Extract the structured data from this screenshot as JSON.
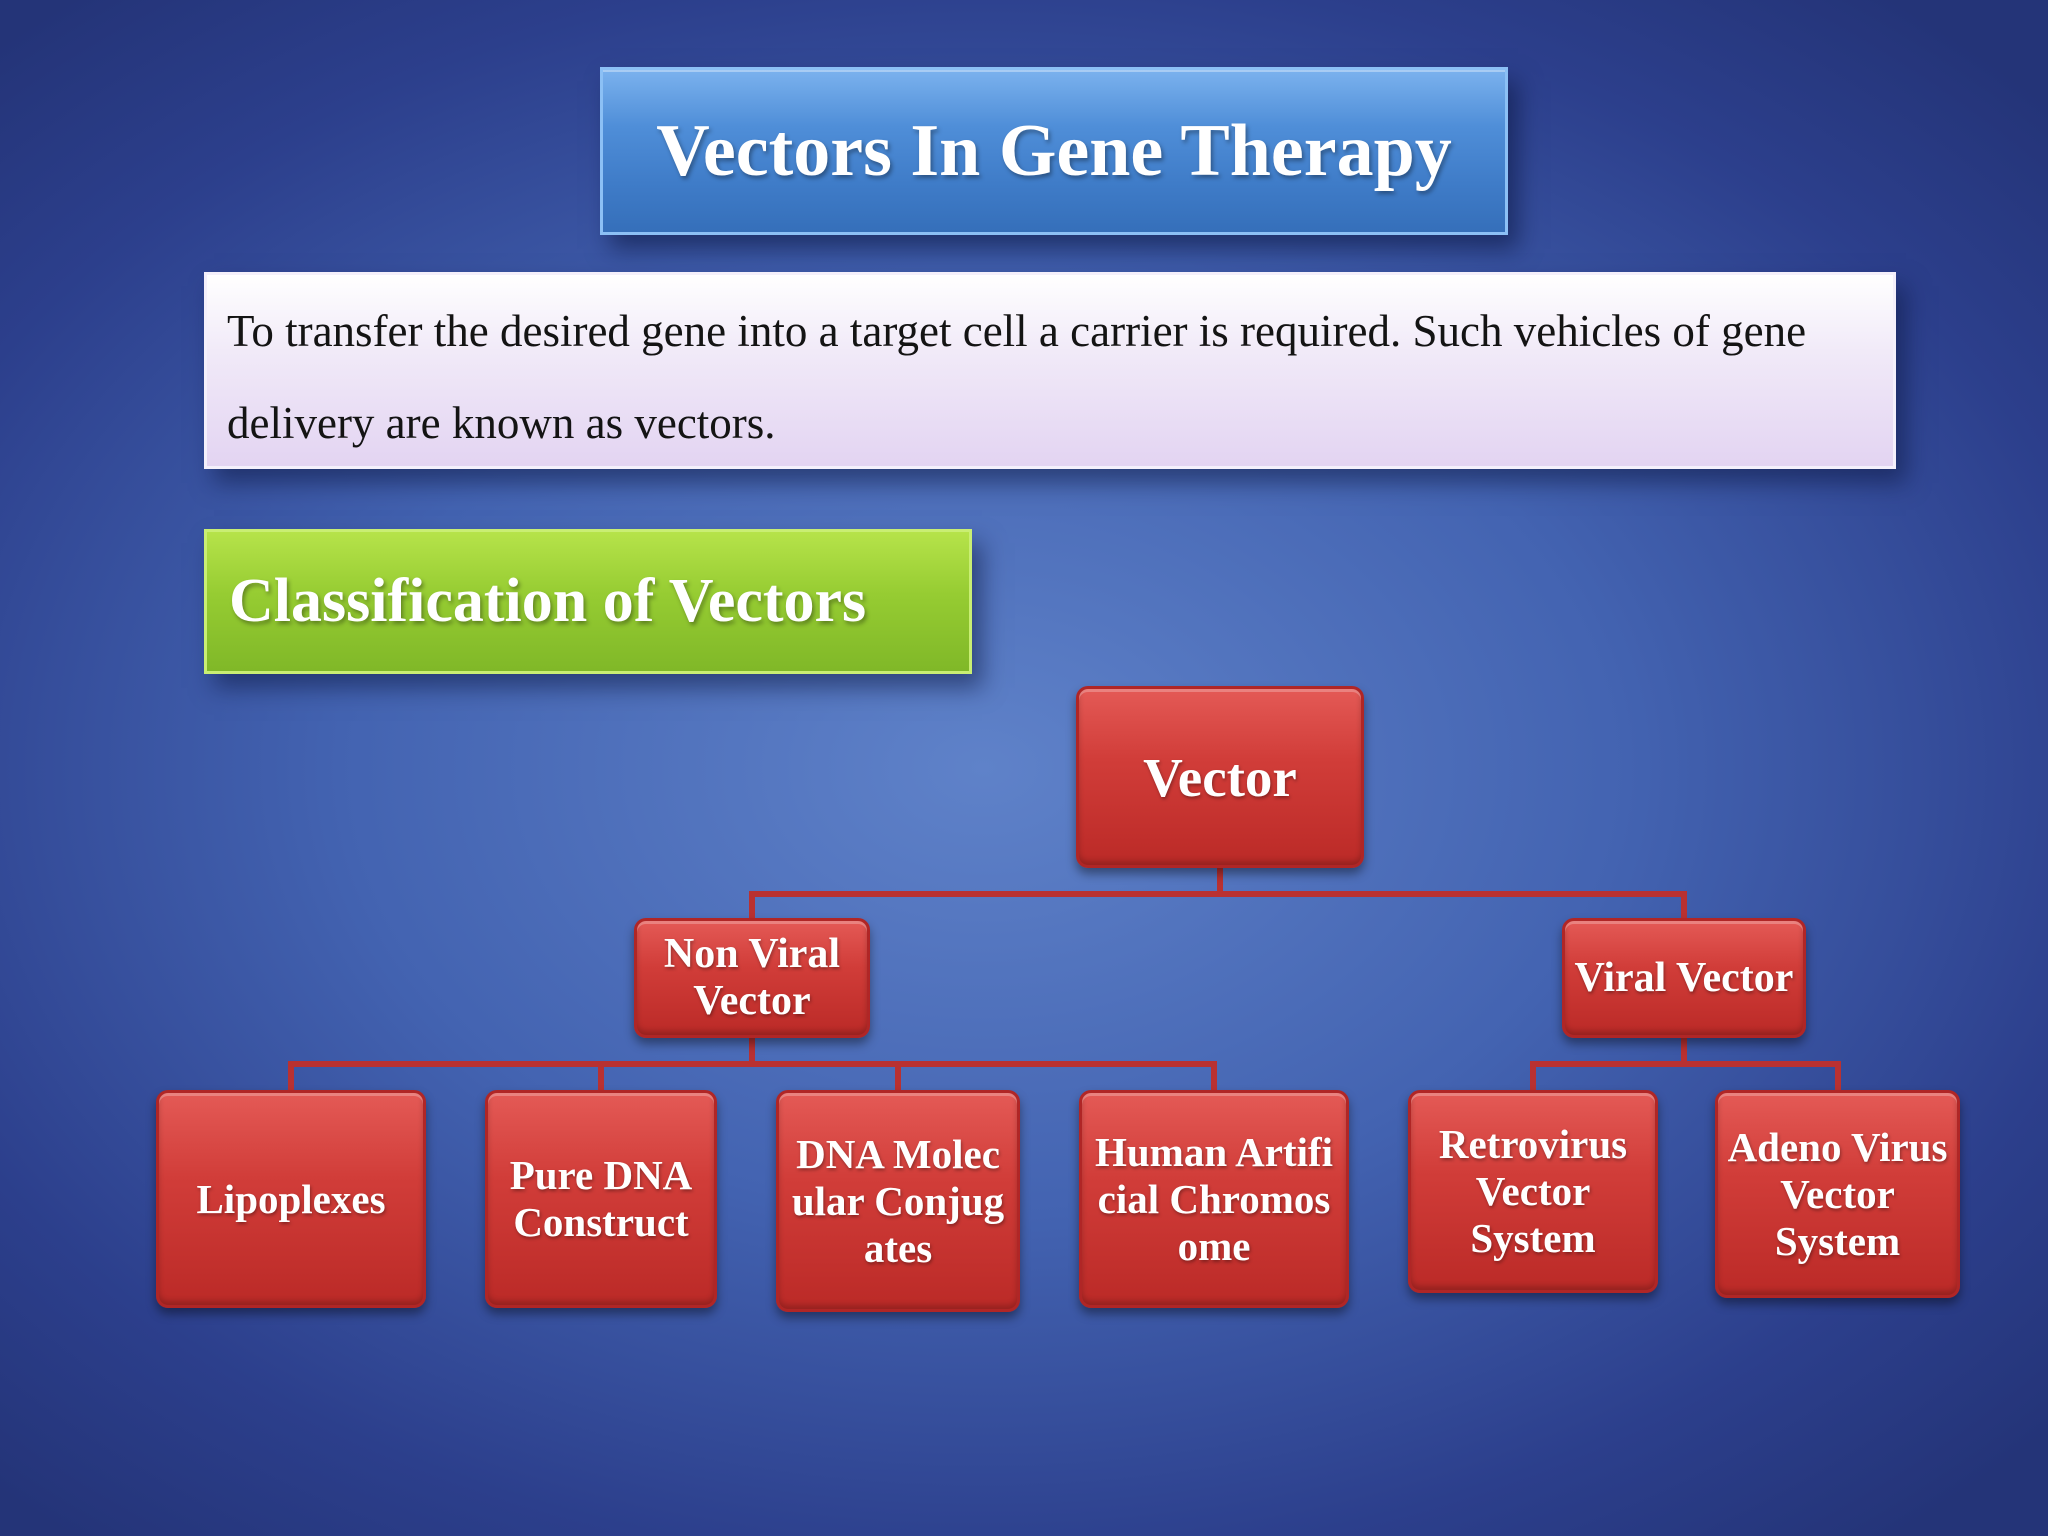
{
  "slide": {
    "title": "Vectors In Gene Therapy",
    "definition": "To transfer the desired gene into a target cell a carrier is required. Such vehicles of gene delivery are known as vectors.",
    "classification_heading": "Classification of  Vectors"
  },
  "tree": {
    "root": "Vector",
    "branches": [
      {
        "label": "Non Viral Vector",
        "children": [
          "Lipoplexes",
          "Pure DNA Construct",
          "DNA Molecular Conjugates",
          "Human Artificial Chromosome"
        ]
      },
      {
        "label": "Viral Vector",
        "children": [
          "Retrovirus Vector System",
          "Adeno Virus Vector System"
        ]
      }
    ]
  },
  "colors": {
    "background": "#4363b1",
    "title_banner": "#4f8ed8",
    "definition_box": "#efe6f7",
    "classification_banner": "#96cc32",
    "node_fill": "#d13d39",
    "connector": "#b93131"
  }
}
